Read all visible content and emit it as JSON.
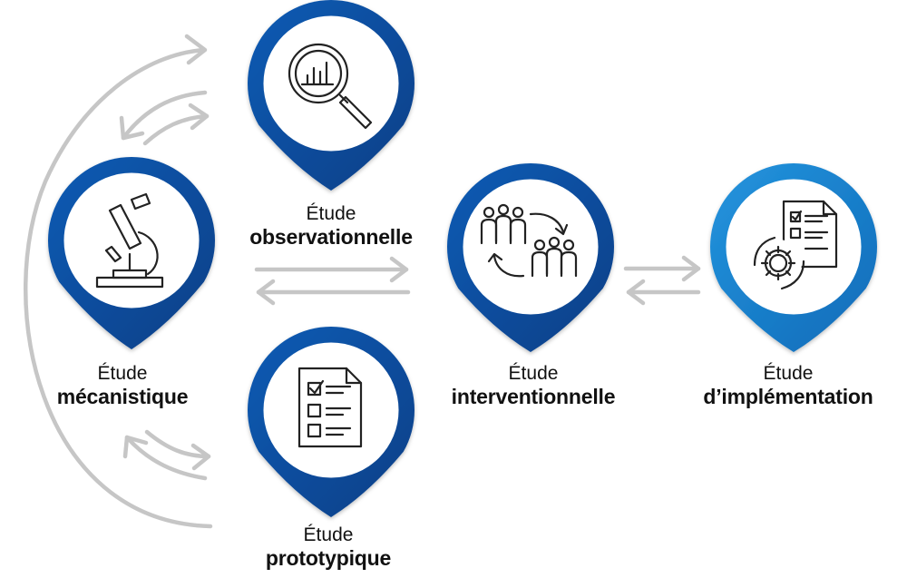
{
  "colors": {
    "pin_dark": "#0a4a9a",
    "pin_light": "#1b83d0",
    "arrow": "#c6c6c6",
    "text": "#111111"
  },
  "nodes": [
    {
      "id": "mecanistique",
      "line1": "Étude",
      "line2": "mécanistique",
      "icon": "microscope-icon"
    },
    {
      "id": "observationnelle",
      "line1": "Étude",
      "line2": "observationnelle",
      "icon": "magnifier-chart-icon"
    },
    {
      "id": "prototypique",
      "line1": "Étude",
      "line2": "prototypique",
      "icon": "checklist-icon"
    },
    {
      "id": "interventionnelle",
      "line1": "Étude",
      "line2": "interventionnelle",
      "icon": "groups-exchange-icon"
    },
    {
      "id": "implementation",
      "line1": "Étude",
      "line2": "d’implémentation",
      "icon": "document-gear-icon"
    }
  ]
}
